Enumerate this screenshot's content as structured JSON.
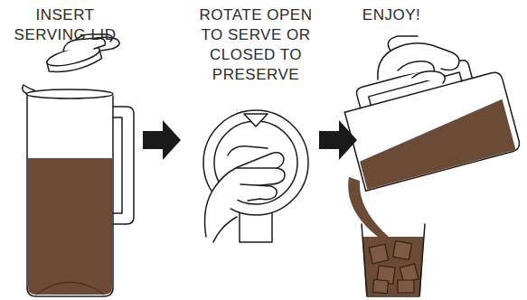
{
  "diagram": {
    "labels": [
      "INSERT SERVING LID",
      "ROTATE OPEN TO SERVE OR CLOSED TO PRESERVE",
      "ENJOY!"
    ]
  }
}
